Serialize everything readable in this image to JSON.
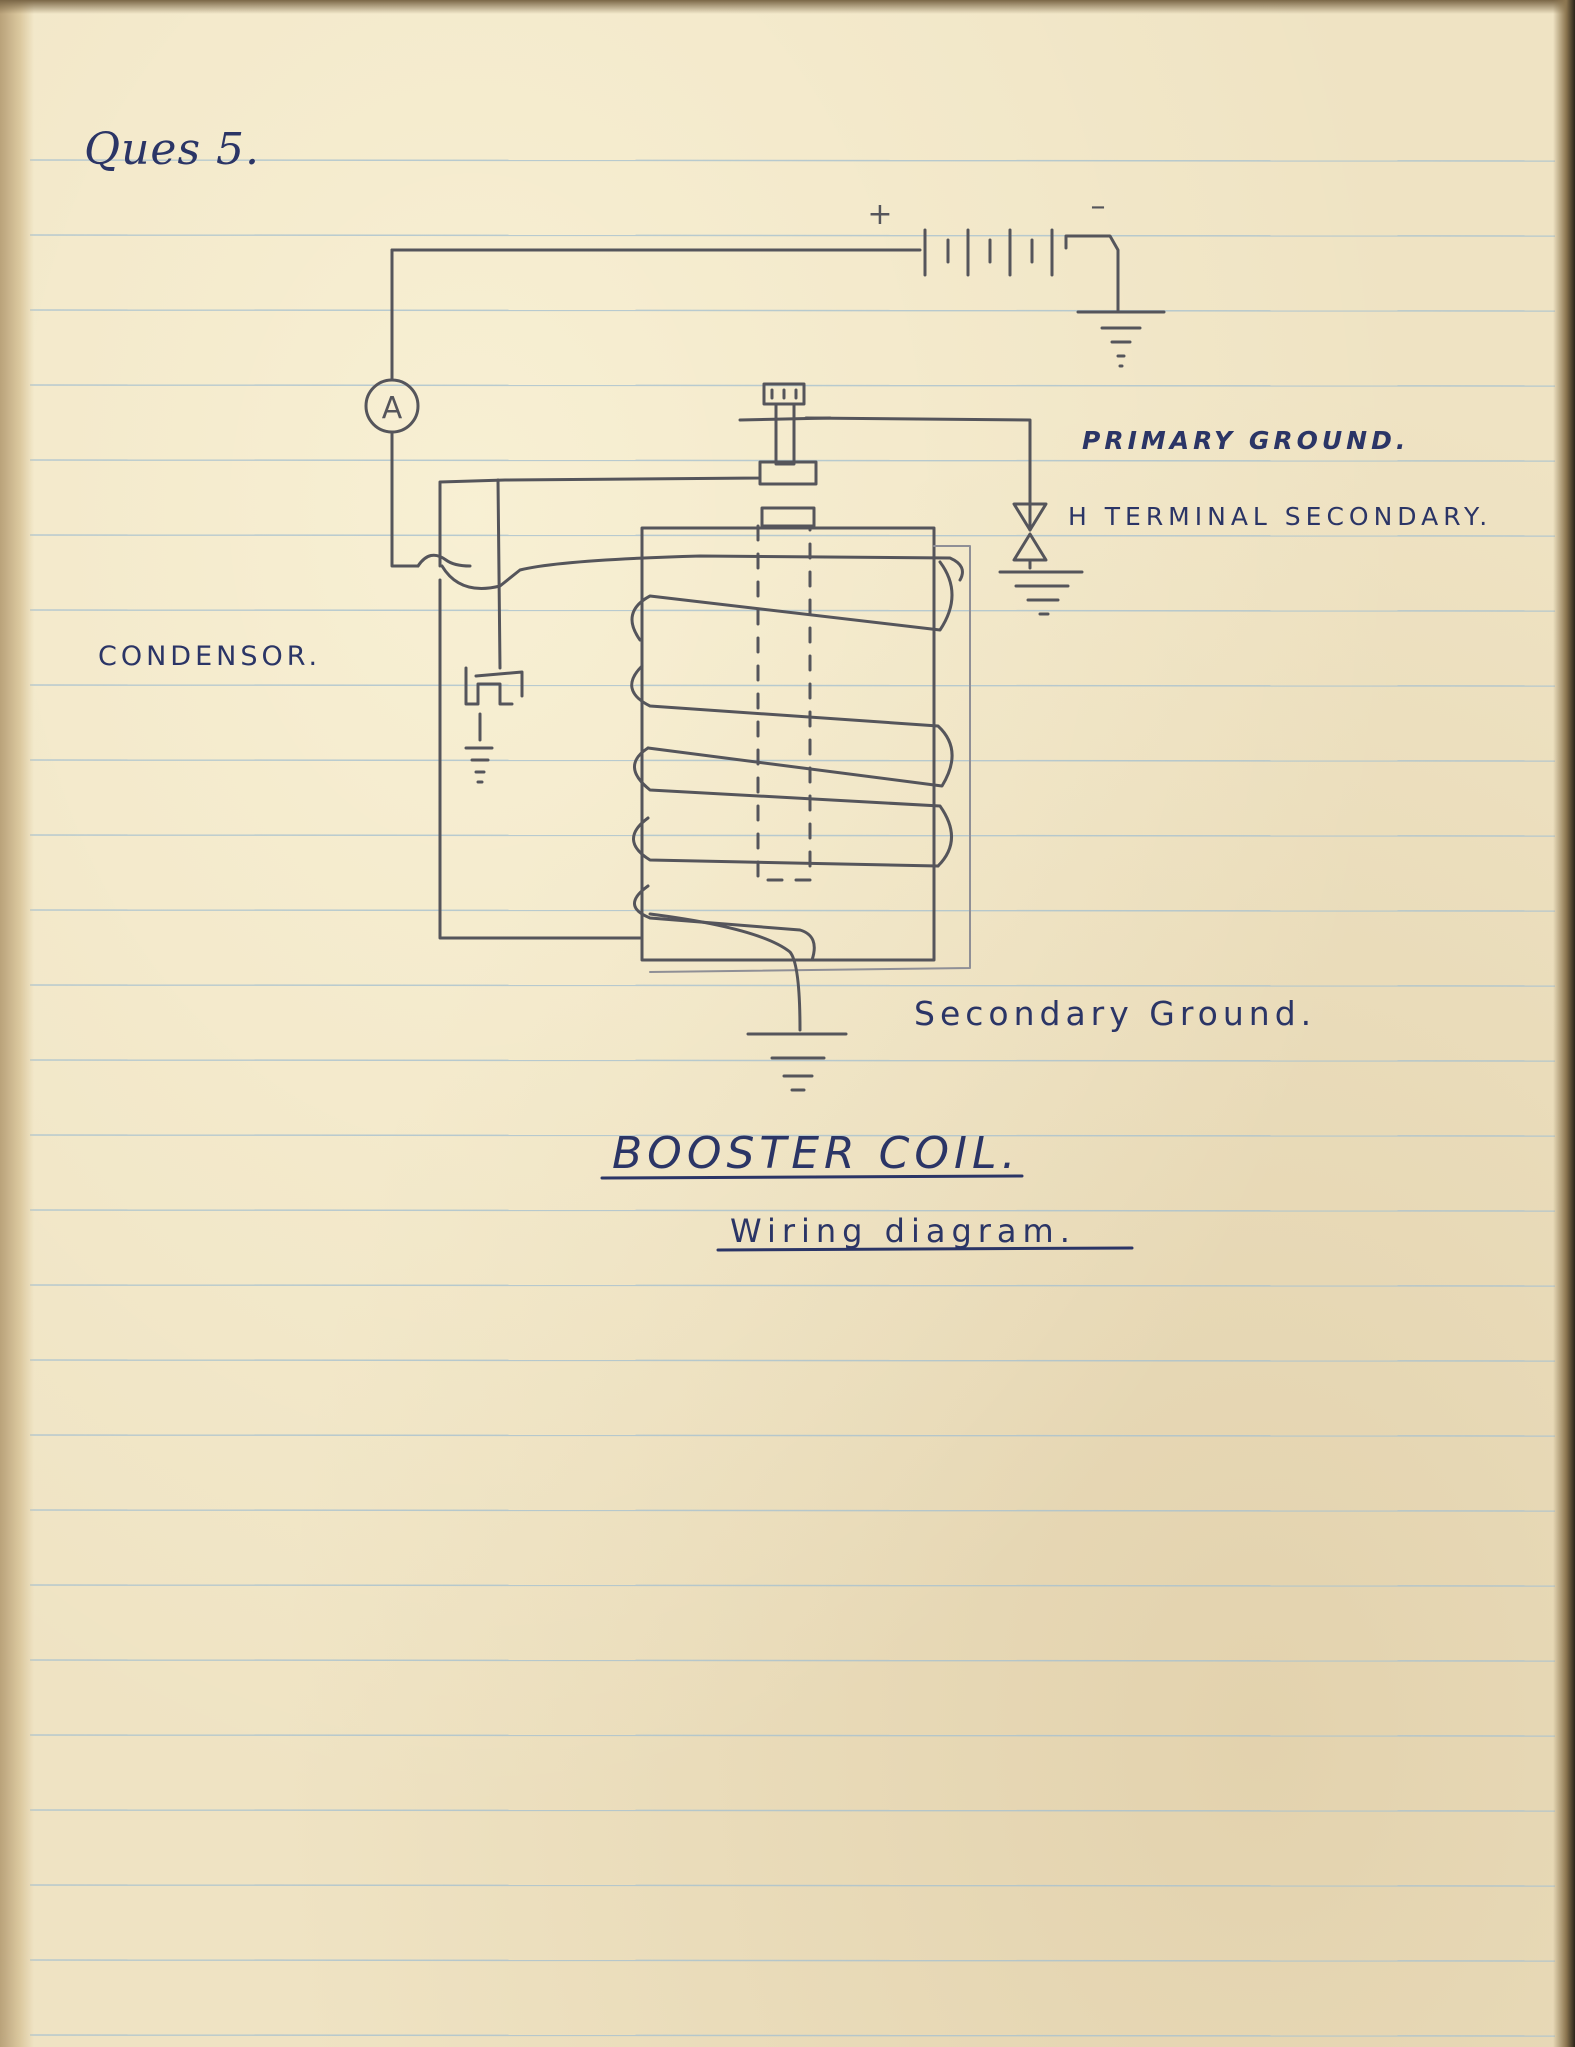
{
  "question_number": "Ques 5.",
  "labels": {
    "primary_ground": "PRIMARY GROUND.",
    "terminal_secondary": "H TERMINAL  SECONDARY.",
    "condensor": "CONDENSOR.",
    "secondary_ground": "Secondary Ground."
  },
  "meter_symbol": "A",
  "battery_plus": "+",
  "battery_minus": "–",
  "title": "BOOSTER  COIL.",
  "subtitle": "Wiring  diagram.",
  "colors": {
    "paper": "#efe3c3",
    "ruling_lines": "#a9c2cf",
    "ink": "#2b3566",
    "pencil": "#55555b"
  }
}
